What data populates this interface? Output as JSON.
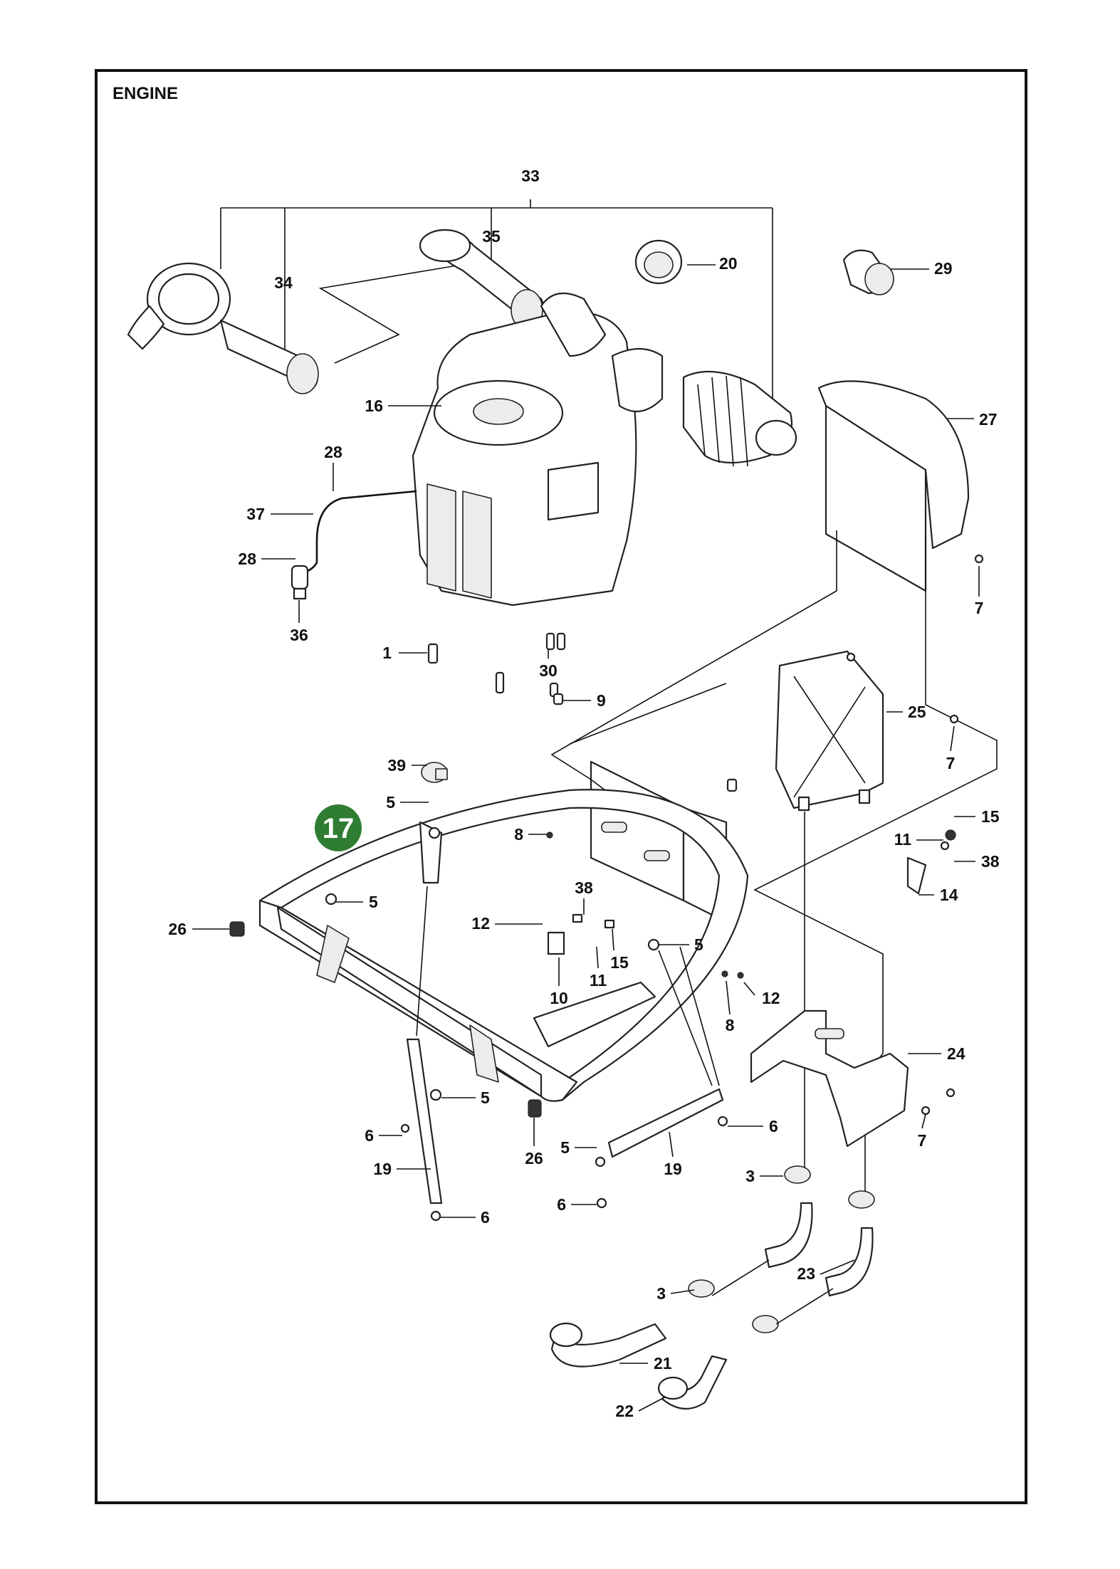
{
  "title": "ENGINE",
  "badge": {
    "label": "17",
    "color": "#2e7d32"
  },
  "callouts": [
    {
      "id": "c33",
      "text": "33"
    },
    {
      "id": "c35",
      "text": "35"
    },
    {
      "id": "c34",
      "text": "34"
    },
    {
      "id": "c20",
      "text": "20"
    },
    {
      "id": "c29",
      "text": "29"
    },
    {
      "id": "c16",
      "text": "16"
    },
    {
      "id": "c27",
      "text": "27"
    },
    {
      "id": "c28a",
      "text": "28"
    },
    {
      "id": "c37",
      "text": "37"
    },
    {
      "id": "c28b",
      "text": "28"
    },
    {
      "id": "c36",
      "text": "36"
    },
    {
      "id": "c7a",
      "text": "7"
    },
    {
      "id": "c1",
      "text": "1"
    },
    {
      "id": "c30",
      "text": "30"
    },
    {
      "id": "c9",
      "text": "9"
    },
    {
      "id": "c25",
      "text": "25"
    },
    {
      "id": "c39",
      "text": "39"
    },
    {
      "id": "c7b",
      "text": "7"
    },
    {
      "id": "c5a",
      "text": "5"
    },
    {
      "id": "c8a",
      "text": "8"
    },
    {
      "id": "c15a",
      "text": "15"
    },
    {
      "id": "c11a",
      "text": "11"
    },
    {
      "id": "c38a",
      "text": "38"
    },
    {
      "id": "c38b",
      "text": "38"
    },
    {
      "id": "c14",
      "text": "14"
    },
    {
      "id": "c5b",
      "text": "5"
    },
    {
      "id": "c26a",
      "text": "26"
    },
    {
      "id": "c12a",
      "text": "12"
    },
    {
      "id": "c5c",
      "text": "5"
    },
    {
      "id": "c15b",
      "text": "15"
    },
    {
      "id": "c11b",
      "text": "11"
    },
    {
      "id": "c10",
      "text": "10"
    },
    {
      "id": "c8b",
      "text": "8"
    },
    {
      "id": "c12b",
      "text": "12"
    },
    {
      "id": "c24",
      "text": "24"
    },
    {
      "id": "c5d",
      "text": "5"
    },
    {
      "id": "c6a",
      "text": "6"
    },
    {
      "id": "c6b",
      "text": "6"
    },
    {
      "id": "c7c",
      "text": "7"
    },
    {
      "id": "c26b",
      "text": "26"
    },
    {
      "id": "c5e",
      "text": "5"
    },
    {
      "id": "c19a",
      "text": "19"
    },
    {
      "id": "c19b",
      "text": "19"
    },
    {
      "id": "c3a",
      "text": "3"
    },
    {
      "id": "c6c",
      "text": "6"
    },
    {
      "id": "c6d",
      "text": "6"
    },
    {
      "id": "c23",
      "text": "23"
    },
    {
      "id": "c3b",
      "text": "3"
    },
    {
      "id": "c21",
      "text": "21"
    },
    {
      "id": "c22",
      "text": "22"
    }
  ]
}
